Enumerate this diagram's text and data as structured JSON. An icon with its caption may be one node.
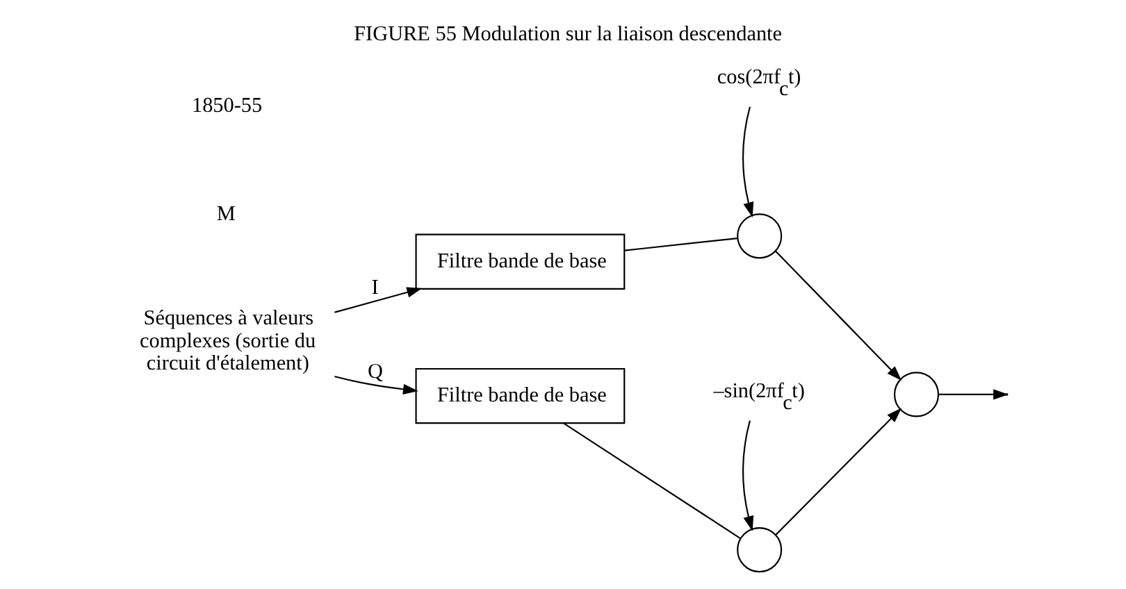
{
  "diagram": {
    "title": "FIGURE 55 Modulation sur la liaison descendante",
    "nodes": [
      {
        "text": [
          "Séquences à valeurs complexes (sortie du circuit d'étalement)"
        ]
      },
      {
        "text": [
          "Filtre bande de base"
        ]
      },
      {
        "text": [
          "Filtre bande de base"
        ]
      },
      {
        "text": [
          "cos(2πf$_{c}$t)"
        ]
      },
      {
        "text": [],
        "shape": "circle"
      },
      {
        "text": [
          "–sin(2πf$_{c}$t)"
        ]
      },
      {
        "text": [],
        "shape": "circle"
      },
      {
        "text": [],
        "shape": "circle"
      }
    ],
    "edges": [
      {
        "from": 0,
        "to": 1,
        "arrow": "to",
        "label": "I"
      },
      {
        "from": 0,
        "to": 2,
        "arrow": "to",
        "label": "Q"
      },
      {
        "from": 1,
        "to": 4,
        "arrow": "none"
      },
      {
        "from": 3,
        "to": 4,
        "arrow": "to"
      },
      {
        "from": 2,
        "to": 6,
        "arrow": "none"
      },
      {
        "from": 5,
        "to": 6,
        "arrow": "to"
      },
      {
        "from": 4,
        "to": 7,
        "arrow": "to"
      },
      {
        "from": 6,
        "to": 7,
        "arrow": "to"
      },
      {
        "from": 7,
        "to": null,
        "arrow": "to"
      }
    ],
    "labels": [
      "M",
      "1850-55"
    ]
  }
}
